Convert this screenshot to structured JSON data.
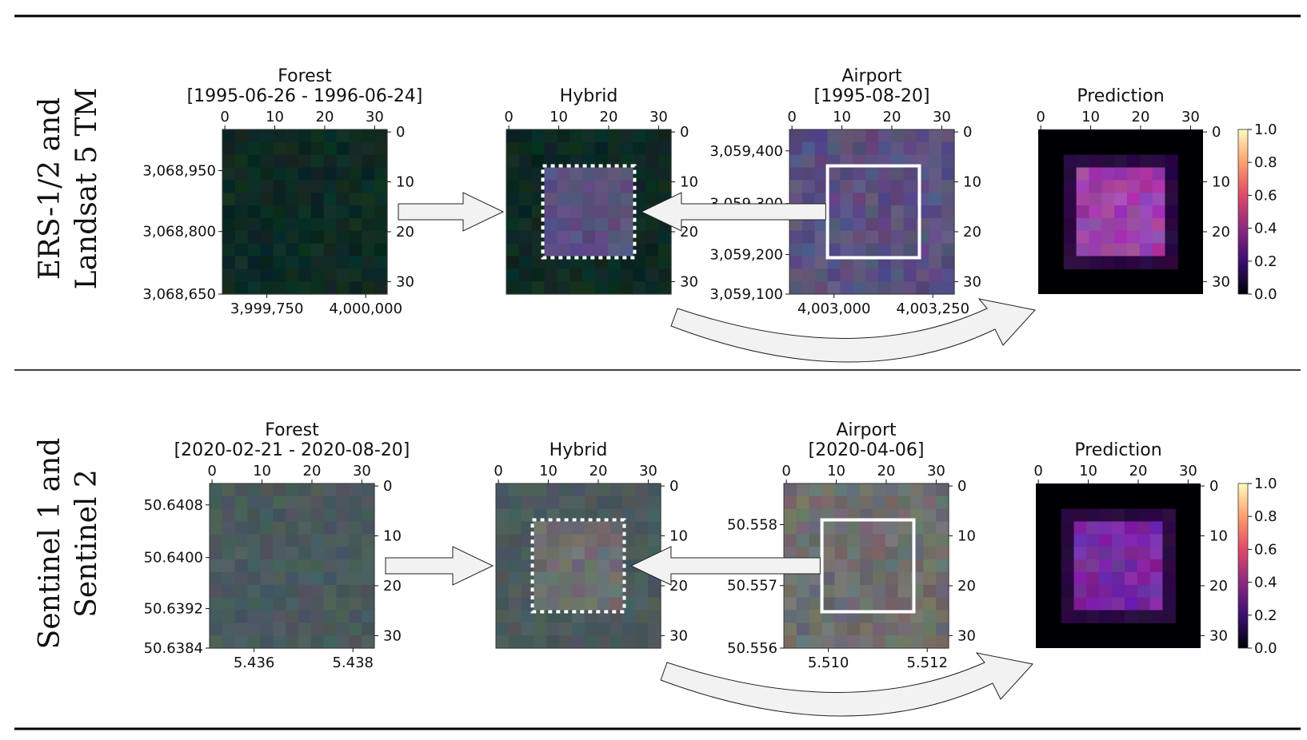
{
  "rows": [
    {
      "label_line1": "ERS-1/2 and",
      "label_line2": "Landsat 5 TM",
      "forest": {
        "title_line1": "Forest",
        "title_line2": "[1995-06-26 - 1996-06-24]",
        "yticks": [
          "3,068,950",
          "3,068,800",
          "3,068,650"
        ],
        "xticks": [
          "3,999,750",
          "4,000,000"
        ]
      },
      "hybrid": {
        "title": "Hybrid"
      },
      "airport": {
        "title_line1": "Airport",
        "title_line2": "[1995-08-20]",
        "yticks": [
          "3,059,400",
          "3,059,300",
          "3,059,200",
          "3,059,100"
        ],
        "xticks": [
          "4,003,000",
          "4,003,250"
        ]
      },
      "prediction": {
        "title": "Prediction"
      },
      "colors": {
        "forest": "#0e2a22",
        "target": "#5a5080",
        "pred": "#a040a8"
      }
    },
    {
      "label_line1": "Sentinel 1 and",
      "label_line2": "Sentinel 2",
      "forest": {
        "title_line1": "Forest",
        "title_line2": "[2020-02-21 - 2020-08-20]",
        "yticks": [
          "50.6408",
          "50.6400",
          "50.6392",
          "50.6384"
        ],
        "xticks": [
          "5.436",
          "5.438"
        ]
      },
      "hybrid": {
        "title": "Hybrid"
      },
      "airport": {
        "title_line1": "Airport",
        "title_line2": "[2020-04-06]",
        "yticks": [
          "50.558",
          "50.557",
          "50.556"
        ],
        "xticks": [
          "5.510",
          "5.512"
        ]
      },
      "prediction": {
        "title": "Prediction"
      },
      "colors": {
        "forest": "#4a5a5c",
        "target": "#6e6e6e",
        "pred": "#7a2aa0"
      }
    }
  ],
  "pixel_ticks": [
    "0",
    "10",
    "20",
    "30"
  ],
  "colorbar_ticks": [
    "1.0",
    "0.8",
    "0.6",
    "0.4",
    "0.2",
    "0.0"
  ]
}
